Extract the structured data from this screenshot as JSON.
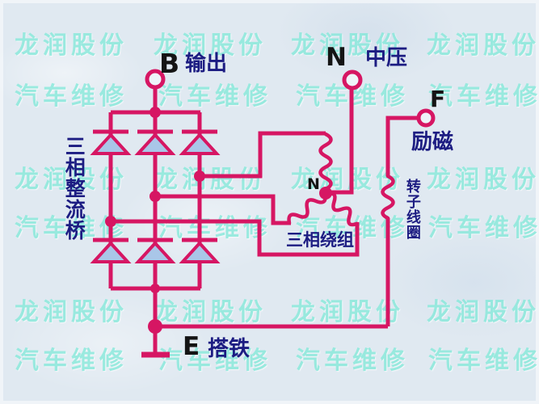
{
  "colors": {
    "background": "#e0e9f1",
    "wire": "#d61663",
    "diode_fill": "#a9c6e8",
    "diode_inner": "#7fa8d8",
    "label_navy": "#1c1c82",
    "letter_black": "#141414",
    "watermark": "#7de9d8",
    "terminal_fill": "#eef4f9"
  },
  "watermarks": {
    "rows": [
      {
        "text": "龙润股份"
      },
      {
        "text": "汽车维修"
      },
      {
        "text": "龙润股份"
      },
      {
        "text": "汽车维修"
      },
      {
        "text": "龙润股份"
      },
      {
        "text": "汽车维修"
      }
    ]
  },
  "terminals": {
    "b": {
      "letter": "B",
      "label": "输出"
    },
    "n": {
      "letter": "N",
      "label": "中压"
    },
    "f": {
      "letter": "F",
      "label": "励磁"
    },
    "e": {
      "letter": "E",
      "label": "搭铁"
    }
  },
  "labels": {
    "rectifier_bridge": "三相整流桥",
    "stator_winding": "三相绕组",
    "rotor_coil": "转子线圈",
    "neutral_point": "N"
  }
}
